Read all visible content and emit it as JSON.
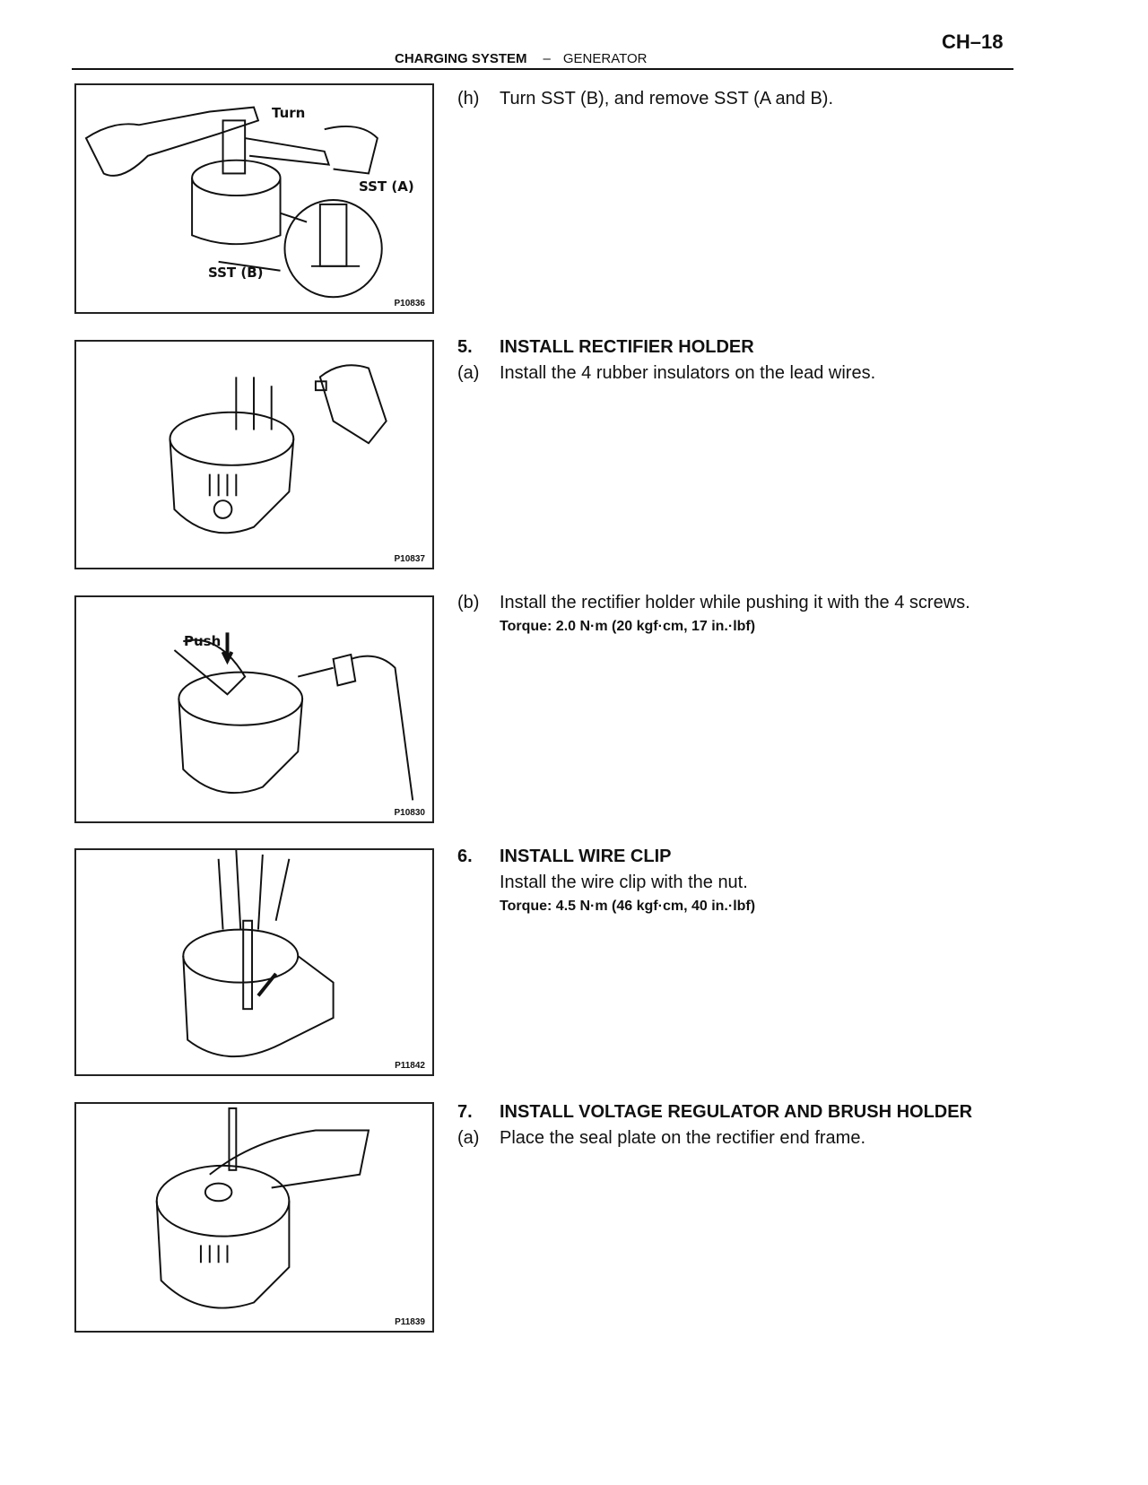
{
  "header": {
    "page_number": "CH–18",
    "section": "CHARGING SYSTEM",
    "separator": "–",
    "subsection": "GENERATOR"
  },
  "figures": [
    {
      "code": "P10836",
      "labels": {
        "turn": "Turn",
        "sst_a": "SST (A)",
        "sst_b": "SST (B)"
      }
    },
    {
      "code": "P10837"
    },
    {
      "code": "P10830",
      "labels": {
        "push": "Push"
      }
    },
    {
      "code": "P11842"
    },
    {
      "code": "P11839"
    }
  ],
  "steps": [
    {
      "label": "(h)",
      "text": "Turn SST (B), and remove SST (A and B)."
    },
    {
      "label": "5.",
      "text": "INSTALL RECTIFIER HOLDER"
    },
    {
      "label": "(a)",
      "text": "Install the 4 rubber insulators on the lead wires."
    },
    {
      "label": "(b)",
      "text": "Install the rectifier holder while pushing it with the 4 screws.",
      "torque": "Torque: 2.0 N·m (20 kgf·cm, 17 in.·lbf)"
    },
    {
      "label": "6.",
      "text": "INSTALL WIRE CLIP"
    },
    {
      "label": "",
      "text": "Install the wire clip with the nut.",
      "torque": "Torque: 4.5 N·m (46 kgf·cm, 40 in.·lbf)"
    },
    {
      "label": "7.",
      "text": "INSTALL VOLTAGE REGULATOR AND BRUSH HOLDER"
    },
    {
      "label": "(a)",
      "text": "Place the seal plate on the rectifier end frame."
    }
  ]
}
